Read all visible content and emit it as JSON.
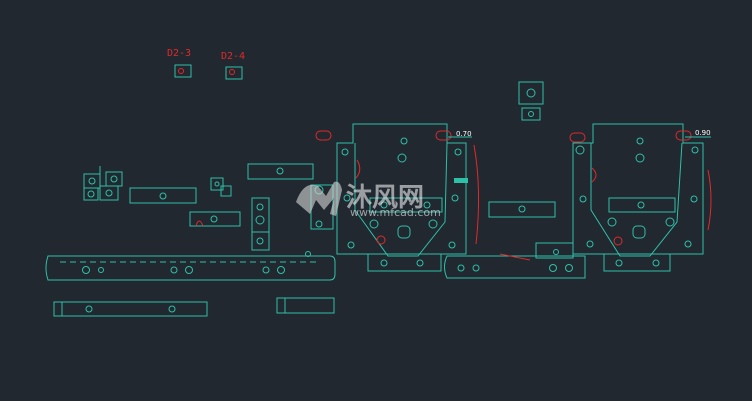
{
  "labels": {
    "part_d2_3": "D2-3",
    "part_d2_4": "D2-4"
  },
  "dimensions": {
    "left_plate": "0.70",
    "right_plate": "0.90"
  },
  "watermark": {
    "brand": "沐风网",
    "url": "www.mfcad.com",
    "logo": "mf-logo-icon"
  },
  "colors": {
    "background": "#212830",
    "geometry": "#2fc0a8",
    "highlight": "#e02a2a",
    "dimension_text": "#ffffff"
  }
}
